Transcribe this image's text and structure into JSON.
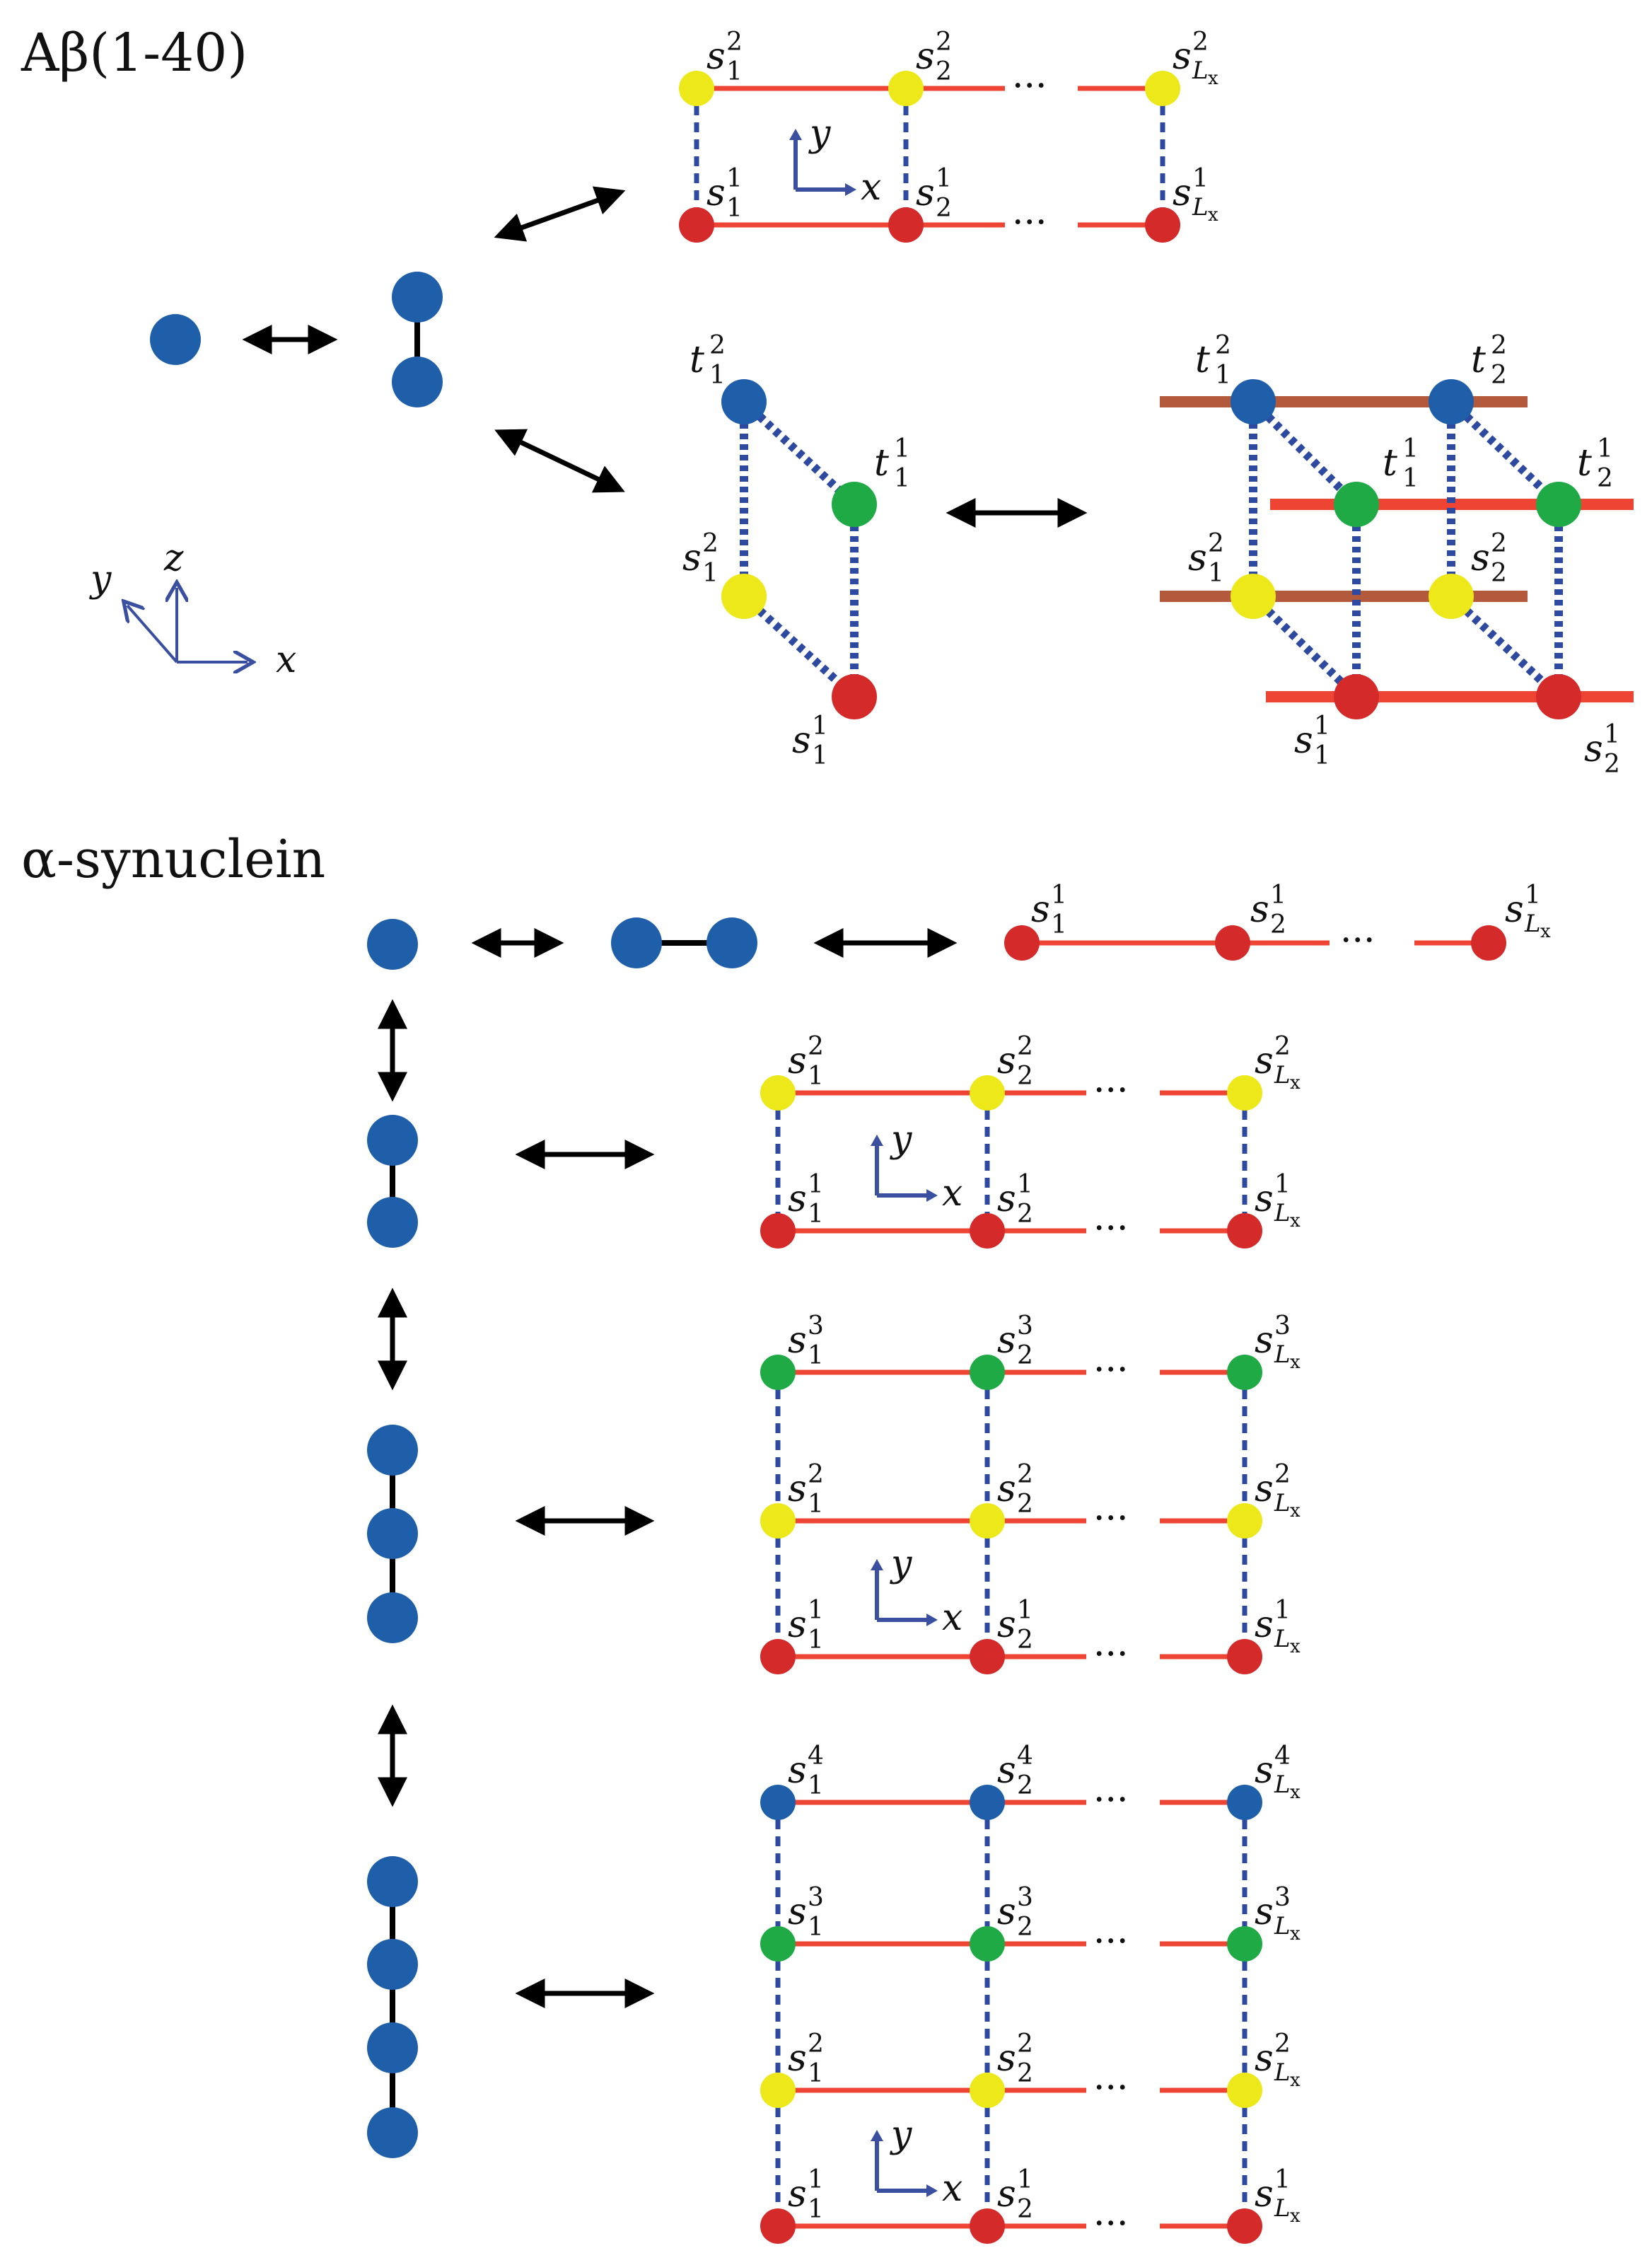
{
  "colors": {
    "red": "#d42a2a",
    "yellow": "#ece81a",
    "green": "#1faa45",
    "blue": "#1f5faa",
    "bond_red": "#ee4433",
    "bond_brown": "#b45a3c",
    "dashed": "#2e4aa0",
    "axis": "#3a4fa0",
    "arrow": "#000000"
  },
  "sections": {
    "abeta_title": "Aβ(1-40)",
    "asyn_title": "α-synuclein"
  },
  "labels": {
    "s": "s",
    "t": "t",
    "one": "1",
    "two": "2",
    "three": "3",
    "four": "4",
    "L": "L",
    "x_sub": "x",
    "ellipsis": "···"
  },
  "axes": {
    "x": "x",
    "y": "y",
    "z": "z"
  }
}
